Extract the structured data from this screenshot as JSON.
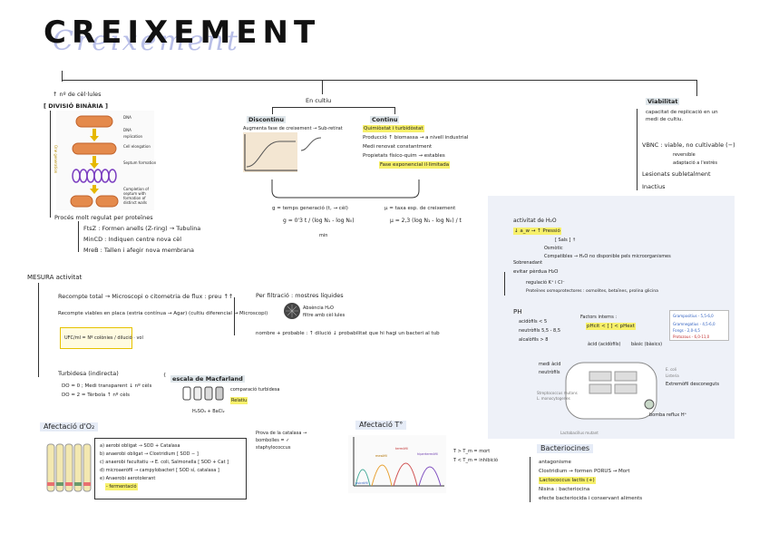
{
  "title": "CREIXEMENT",
  "ghost_title": "Creixement",
  "left_top": {
    "count": "↑ nº de cèl·lules",
    "binary": "[ DIVISIÓ BINÀRIA ]",
    "fig_labels": [
      "DNA",
      "DNA replication",
      "Cell elongation",
      "Septum formation",
      "Completion of septum with formation of distinct walls"
    ],
    "side_label": "One generation",
    "proc": "Procés molt regulat per proteïnes",
    "items": [
      "FtsZ : Formen anells (Z-ring) → Tubulina",
      "MinCD : Indiquen centre nova cèl",
      "MreB : Tallen i afegir nova membrana"
    ]
  },
  "center_top": {
    "label": "En cultiu",
    "disc_title": "Discontinu",
    "disc_desc": "Augmenta fase de creixement → Sub-retirat",
    "cont_title": "Continu",
    "cont_items": [
      "Quimiòstat i turbidòstat",
      "Producció ↑ biomassa → a nivell industrial",
      "Medi renovat constantment",
      "Propietats físico-quim → estables"
    ],
    "fase": "Fase exponencial il·limitada",
    "formula_g": "g = temps generació (t, → cèl)",
    "formula_mu": "μ = taxa esp. de creixement",
    "g_eq": "g = 0'3 t / (log N₁ - log N₀)",
    "mu_eq": "μ = 2,3 (log N₁ - log N₀) / t",
    "min": "min"
  },
  "right_top": {
    "viabilitat": "Viabilitat",
    "viab_desc": "capacitat de replicació en un medi de cultiu.",
    "vbnc": "VBNC : viable, no cultivable (−)",
    "vbnc_sub": [
      "reversible",
      "adaptació a l'estrès"
    ],
    "items": [
      "Lesionats subletalment",
      "Inactius"
    ]
  },
  "mesura": {
    "title": "MESURA activitat",
    "items": [
      "Recompte total → Microscopi o citometria de flux : preu ↑↑",
      "Recompte viables en placa (estria contínua → Agar) (cultiu diferencial → Microscopi)",
      "Turbidesa (indirecta)"
    ],
    "formula": "UFC/ml = Nº colònies / dilució · vol",
    "filter": "Per filtració : mostres líquides",
    "filter_sub": [
      "Absència H₂O",
      "filtre amb cèl·lules"
    ],
    "prob": "nombre + probable : ↑ dilució ↓ probabilitat que hi hagi un bacteri al tub",
    "turb": [
      "DO = 0 ; Medi transparent ↓ nº cèls",
      "DO = 2 = Tèrbola ↑ nº cèls"
    ],
    "mcfarland": "escala de Macfarland",
    "mcf_items": [
      "comparació turbidesa",
      "Relatiu"
    ],
    "mcf_chem": "H₂SO₄ + BaCl₂"
  },
  "right_mid": {
    "aw_title": "activitat de H₂O",
    "aw": "↓ a_w → ↑ Pressió",
    "aw_items": [
      "[ Sals ] ↑",
      "Osmòtic",
      "Compatibles → H₂O no disponible pels microorganismes"
    ],
    "sub": "Sobrenadant",
    "osmo": "evitar pèrdua H₂O",
    "osmo2": "regulació K⁺ i Cl⁻",
    "osmo3": "Proteïnes osmoprotectores : osmolites, betaïnes, prolina glicina",
    "ph_title": "PH",
    "ph_items": [
      "acidòfils < 5",
      "neutròfils 5,5 - 8,5",
      "alcalòfils > 8"
    ],
    "factors": "Factors interns :",
    "scale": "pHcit < [ ] < pHext",
    "scale_sub": [
      "àcid (acidòfils)",
      "bàsic (bàsics)"
    ],
    "legend": [
      "Grampositius - 5,5-6,0",
      "Gramnegatius - 4,5-6,0",
      "Fongs - 2,0-4,5",
      "Protozous - 6,0-11,0"
    ],
    "acid": "medi àcid",
    "acid2": "neutròfils",
    "cell_labels": [
      "Streptococcus mutans",
      "L. monocytogenes",
      "Lactobacillus mutant",
      "E. coli",
      "Listeria",
      "Extremòfil desconeguts",
      "bomba reflux H⁺"
    ]
  },
  "bottom": {
    "o2_title": "Afectació d'O₂",
    "o2_items": [
      "a) aerobi obligat → SOD + Catalasa",
      "b) anaerobi obligat → Clostridium [ SOD − ]",
      "c) anaerobi facultatiu → E. coli, Salmonella [ SOD + Cat ]",
      "d) microaeròfil → campylobacteri [ SOD sí, catalasa ]",
      "e) Anaerobi aerotolerant",
      "   - fermentació"
    ],
    "catalasa": "Prova de la catalasa → bombolles = ✓ staphylococcus",
    "temp_title": "Afectació T°",
    "temp_items": [
      "T > T_m = mort",
      "T < T_m = inhibició"
    ],
    "temp_labels": [
      "psicròfil",
      "mesòfil",
      "termòfil",
      "hipertermòfil"
    ],
    "bact_title": "Bacteriocines",
    "bact_items": [
      "antagonisme",
      "Clostridium → formen PORUS → Mort",
      "Lactococcus lactis (+)",
      "Nisina : bacteriocina",
      "efecte bacteriocida i conservant aliments"
    ]
  },
  "colors": {
    "highlight": "#f7f06a",
    "panel": "#eef1f8",
    "ghost": "#b9bfe8",
    "cell": "#e48a4c"
  }
}
